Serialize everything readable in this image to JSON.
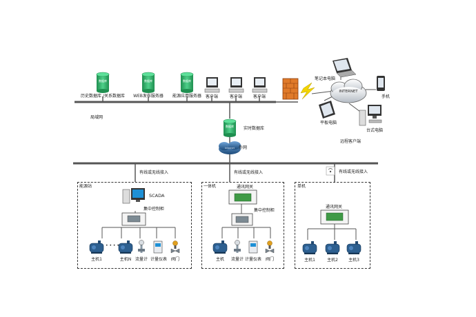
{
  "server_row": {
    "db_history": "历史数据库 /关系数据库",
    "web_server": "WEB发布服务器",
    "app_server": "能源应用服务器",
    "client_1": "客户端",
    "client_2": "客户端",
    "client_3": "客户端",
    "lan": "局域网",
    "db_tag": "数据库"
  },
  "middle": {
    "realtime_db": "实时数据库",
    "extranet": "外网",
    "cloud_tag": "Internet"
  },
  "remote": {
    "laptop": "笔记本电脑",
    "internet": "INTERNET",
    "phone": "手机",
    "tablet": "平板电脑",
    "desktop": "台式电脑",
    "remote_client": "远程客户端"
  },
  "links": {
    "wired_wireless_1": "有线或无线接入",
    "wired_wireless_2": "有线或无线接入",
    "wired_wireless_3": "有线或无线接入"
  },
  "station": {
    "title": "能源站",
    "scada": "SCADA",
    "cabinet": "集中控制柜",
    "host1": "主机1",
    "dots": "• • • •",
    "hostN": "主机N",
    "flowmeter": "流量计",
    "meter": "计量仪表",
    "valve": "阀门"
  },
  "integrated": {
    "title": "一体机",
    "gateway": "通讯网关",
    "cabinet": "集中控制柜",
    "host": "主机",
    "flowmeter": "流量计",
    "meter": "计量仪表",
    "valve": "阀门"
  },
  "single": {
    "title": "单机",
    "gateway": "通讯网关",
    "host1": "主机1",
    "host2": "主机2",
    "host3": "主机3"
  },
  "colors": {
    "db_green": "#2fb36a",
    "screen_blue": "#1e90d6",
    "firewall": "#e07a2a",
    "cloud": "#2d5f8f",
    "bolt": "#f2d400",
    "bus": "#555555"
  }
}
